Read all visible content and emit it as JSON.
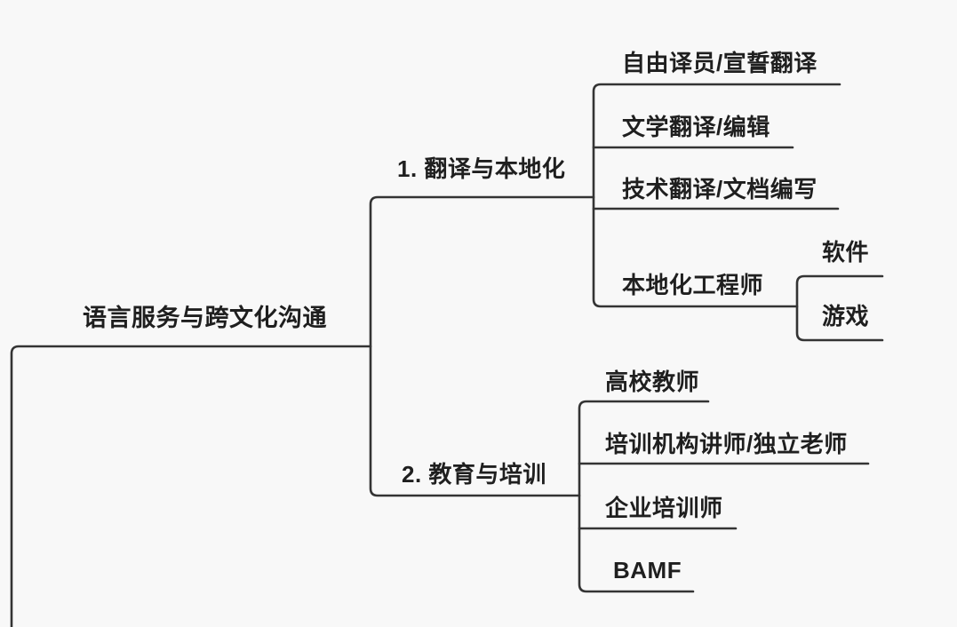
{
  "canvas": {
    "background": "#f8f8f8",
    "line_color": "#343434",
    "text_color": "#1f1f1f"
  },
  "mindmap": {
    "root": {
      "label": "语言服务与跨文化沟通"
    },
    "branches": [
      {
        "label": "1. 翻译与本地化",
        "children": [
          {
            "label": "自由译员/宣誓翻译"
          },
          {
            "label": "文学翻译/编辑"
          },
          {
            "label": "技术翻译/文档编写"
          },
          {
            "label": "本地化工程师",
            "children": [
              {
                "label": "软件"
              },
              {
                "label": "游戏"
              }
            ]
          }
        ]
      },
      {
        "label": "2. 教育与培训",
        "children": [
          {
            "label": "高校教师"
          },
          {
            "label": "培训机构讲师/独立老师"
          },
          {
            "label": "企业培训师"
          },
          {
            "label": "BAMF"
          }
        ]
      }
    ]
  }
}
